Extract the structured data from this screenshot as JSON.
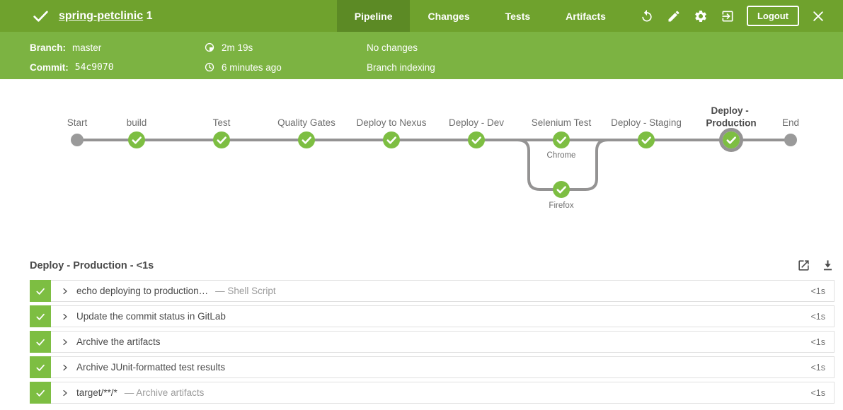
{
  "header": {
    "status_icon": "check-icon",
    "run_name": "spring-petclinic",
    "run_number": "1",
    "tabs": [
      {
        "label": "Pipeline",
        "active": true
      },
      {
        "label": "Changes",
        "active": false
      },
      {
        "label": "Tests",
        "active": false
      },
      {
        "label": "Artifacts",
        "active": false
      }
    ],
    "actions": {
      "icons": [
        "rerun-icon",
        "edit-icon",
        "settings-icon",
        "go-to-classic-icon",
        "close-icon"
      ],
      "logout_label": "Logout"
    }
  },
  "run_info": {
    "branch_label": "Branch:",
    "branch_value": "master",
    "commit_label": "Commit:",
    "commit_value": "54c9070",
    "duration_icon": "duration-icon",
    "duration": "2m 19s",
    "completed_icon": "clock-icon",
    "completed": "6 minutes ago",
    "changes": "No changes",
    "cause": "Branch indexing"
  },
  "pipeline": {
    "stages": [
      {
        "label": "Start",
        "type": "start"
      },
      {
        "label": "build",
        "type": "success"
      },
      {
        "label": "Test",
        "type": "success"
      },
      {
        "label": "Quality Gates",
        "type": "success"
      },
      {
        "label": "Deploy to Nexus",
        "type": "success"
      },
      {
        "label": "Deploy - Dev",
        "type": "success"
      },
      {
        "label": "Selenium Test",
        "type": "success",
        "branches": [
          "Chrome",
          "Firefox"
        ]
      },
      {
        "label": "Deploy - Staging",
        "type": "success"
      },
      {
        "label": "Deploy - Production",
        "type": "success-selected",
        "label_line1": "Deploy -",
        "label_line2": "Production"
      },
      {
        "label": "End",
        "type": "end"
      }
    ]
  },
  "steps": {
    "section_title": "Deploy - Production - <1s",
    "header_icons": [
      "open-in-new-icon",
      "download-icon"
    ],
    "rows": [
      {
        "name": "echo deploying to production…",
        "annotation": "— Shell Script",
        "duration": "<1s"
      },
      {
        "name": "Update the commit status in GitLab",
        "annotation": "",
        "duration": "<1s"
      },
      {
        "name": "Archive the artifacts",
        "annotation": "",
        "duration": "<1s"
      },
      {
        "name": "Archive JUnit-formatted test results",
        "annotation": "",
        "duration": "<1s"
      },
      {
        "name": "target/**/*",
        "annotation": "— Archive artifacts",
        "duration": "<1s"
      }
    ]
  },
  "colors": {
    "header_green": "#6FA22D",
    "tab_active_green": "#5C8A25",
    "subheader_green": "#7CB342",
    "status_green": "#7DBE42",
    "graph_gray": "#949393",
    "text_dark": "#4A4A4A",
    "text_muted": "#9B9B9B"
  }
}
